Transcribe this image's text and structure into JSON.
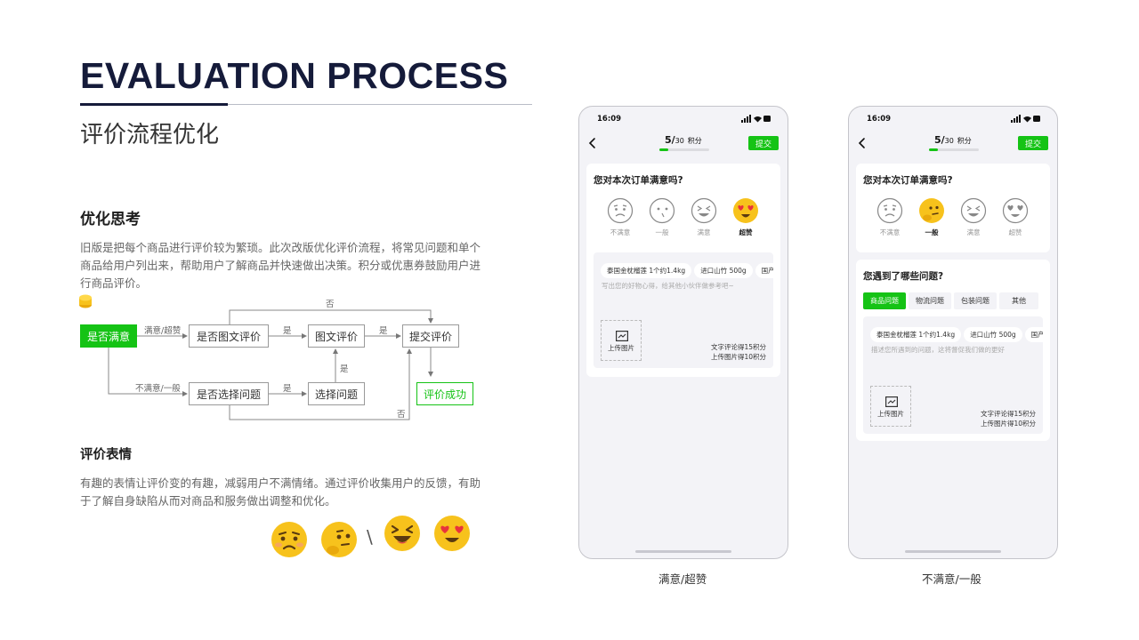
{
  "header": {
    "title": "EVALUATION PROCESS",
    "subtitle": "评价流程优化"
  },
  "section1": {
    "title": "优化思考",
    "body": "旧版是把每个商品进行评价较为繁琐。此次改版优化评价流程，将常见问题和单个商品给用户列出来，帮助用户了解商品并快速做出决策。积分或优惠券鼓励用户进行商品评价。"
  },
  "flow": {
    "nodes": {
      "start": "是否满意",
      "has_photo_review": "是否图文评价",
      "photo_review": "图文评价",
      "submit_review": "提交评价",
      "choose_issue_q": "是否选择问题",
      "choose_issue": "选择问题",
      "success": "评价成功"
    },
    "edges": {
      "satisfied": "满意/超赞",
      "unsatisfied": "不满意/一般",
      "yes1": "是",
      "yes2": "是",
      "yes3": "是",
      "yes4": "是",
      "no_top": "否",
      "no_bottom": "否"
    }
  },
  "section2": {
    "title": "评价表情",
    "body": "有趣的表情让评价变的有趣，减弱用户不满情绪。通过评价收集用户的反馈，有助于了解自身缺陷从而对商品和服务做出调整和优化。"
  },
  "phone_common": {
    "time": "16:09",
    "score_current": "5/",
    "score_total": "30",
    "score_unit": "积分",
    "submit": "提交",
    "question1": "您对本次订单满意吗?",
    "faces": [
      "不满意",
      "一般",
      "满意",
      "超赞"
    ],
    "chips": [
      "泰国金枕榴莲 1个约1.4kg",
      "进口山竹 500g",
      "国产山"
    ],
    "upload": "上传图片",
    "points_text": "文字评论得15积分",
    "points_photo": "上传图片得10积分",
    "progress": 0.17
  },
  "phone1": {
    "placeholder": "写出您的好物心得，给其他小伙伴做参考吧~",
    "selected_face": "超赞",
    "caption": "满意/超赞"
  },
  "phone2": {
    "selected_face": "一般",
    "question2": "您遇到了哪些问题?",
    "tabs": [
      "商品问题",
      "物流问题",
      "包装问题",
      "其他"
    ],
    "active_tab": "商品问题",
    "placeholder": "描述您所遇到的问题，这将督促我们做的更好",
    "caption": "不满意/一般"
  },
  "colors": {
    "accent": "#15c315",
    "title": "#151b3a",
    "emoji": "#f7c21c"
  }
}
